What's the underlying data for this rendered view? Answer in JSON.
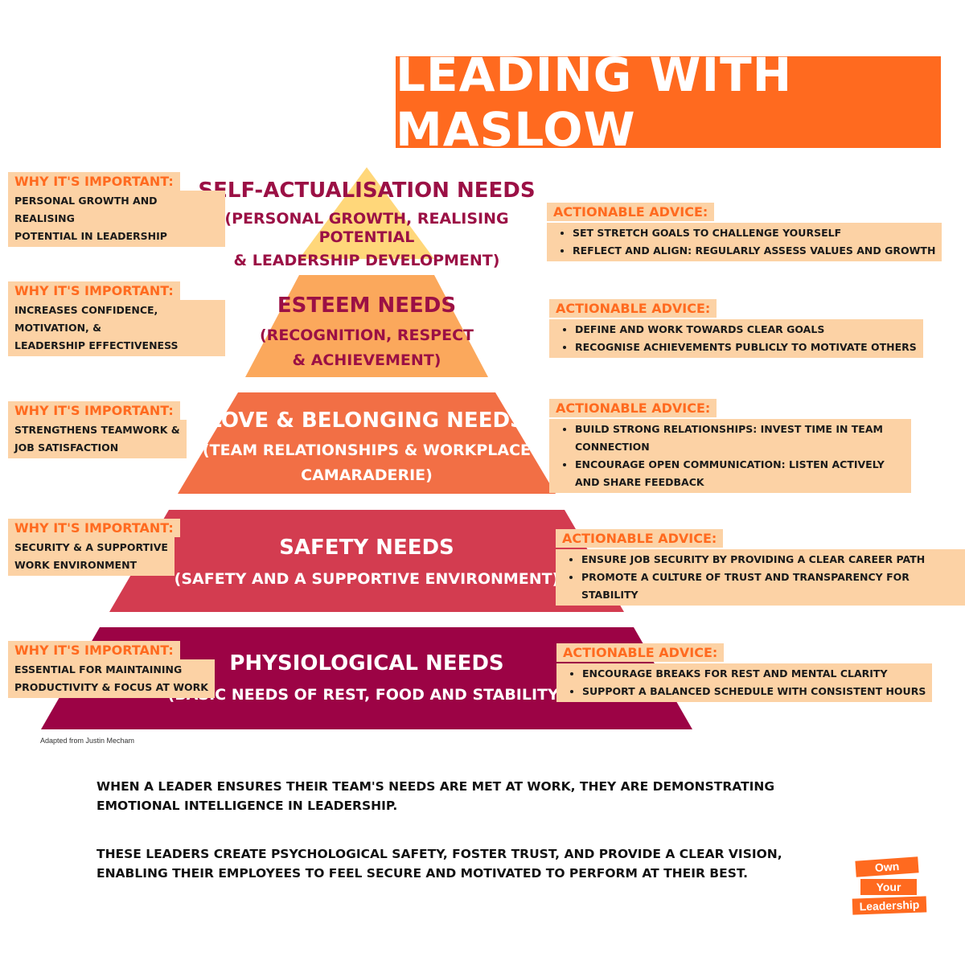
{
  "title": "LEADING WITH MASLOW",
  "colors": {
    "accent": "#ff6a1f",
    "chip": "#fcd2a5",
    "tier_text_dark": "#9b1045",
    "tier_1": "#ffd77a",
    "tier_2": "#fba85c",
    "tier_3": "#f26f45",
    "tier_4": "#d33c50",
    "tier_5": "#9c0345"
  },
  "tiers": [
    {
      "title": "SELF-ACTUALISATION NEEDS",
      "subtitle_1": "(PERSONAL GROWTH, REALISING POTENTIAL",
      "subtitle_2": "& LEADERSHIP DEVELOPMENT)",
      "why_label": "WHY IT'S IMPORTANT:",
      "why_line_1": "PERSONAL GROWTH AND REALISING",
      "why_line_2": "POTENTIAL IN LEADERSHIP",
      "advice_label": "ACTIONABLE ADVICE:",
      "advice": [
        "SET STRETCH GOALS TO CHALLENGE YOURSELF",
        "REFLECT AND ALIGN: REGULARLY ASSESS VALUES AND GROWTH"
      ]
    },
    {
      "title": "ESTEEM NEEDS",
      "subtitle_1": "(RECOGNITION, RESPECT",
      "subtitle_2": "& ACHIEVEMENT)",
      "why_label": "WHY IT'S IMPORTANT:",
      "why_line_1": "INCREASES CONFIDENCE, MOTIVATION, &",
      "why_line_2": "LEADERSHIP EFFECTIVENESS",
      "advice_label": "ACTIONABLE ADVICE:",
      "advice": [
        "DEFINE AND WORK TOWARDS CLEAR GOALS",
        "RECOGNISE ACHIEVEMENTS PUBLICLY TO MOTIVATE OTHERS"
      ]
    },
    {
      "title": "LOVE & BELONGING NEEDS",
      "subtitle_1": "(TEAM RELATIONSHIPS & WORKPLACE",
      "subtitle_2": "CAMARADERIE)",
      "why_label": "WHY IT'S IMPORTANT:",
      "why_line_1": "STRENGTHENS TEAMWORK &",
      "why_line_2": "JOB SATISFACTION",
      "advice_label": "ACTIONABLE ADVICE:",
      "advice": [
        "BUILD STRONG RELATIONSHIPS: INVEST TIME IN TEAM CONNECTION",
        "ENCOURAGE OPEN COMMUNICATION: LISTEN ACTIVELY AND SHARE FEEDBACK"
      ]
    },
    {
      "title": "SAFETY NEEDS",
      "subtitle_1": "(SAFETY AND A SUPPORTIVE ENVIRONMENT)",
      "subtitle_2": "",
      "why_label": "WHY IT'S IMPORTANT:",
      "why_line_1": "SECURITY & A SUPPORTIVE",
      "why_line_2": "WORK ENVIRONMENT",
      "advice_label": "ACTIONABLE ADVICE:",
      "advice": [
        "ENSURE JOB SECURITY BY PROVIDING A CLEAR CAREER PATH",
        "PROMOTE A CULTURE OF TRUST AND TRANSPARENCY FOR STABILITY"
      ]
    },
    {
      "title": "PHYSIOLOGICAL NEEDS",
      "subtitle_1": "(BASIC NEEDS OF REST, FOOD AND STABILITY)",
      "subtitle_2": "",
      "why_label": "WHY IT'S IMPORTANT:",
      "why_line_1": "ESSENTIAL FOR MAINTAINING",
      "why_line_2": "PRODUCTIVITY & FOCUS AT WORK",
      "advice_label": "ACTIONABLE ADVICE:",
      "advice": [
        "ENCOURAGE BREAKS FOR REST AND MENTAL CLARITY",
        "SUPPORT A BALANCED SCHEDULE WITH CONSISTENT HOURS"
      ]
    }
  ],
  "footnote": "Adapted from Justin Mecham",
  "closing_1": "WHEN A LEADER ENSURES THEIR TEAM'S NEEDS ARE MET AT WORK, THEY ARE DEMONSTRATING EMOTIONAL INTELLIGENCE IN LEADERSHIP.",
  "closing_2": "THESE LEADERS CREATE PSYCHOLOGICAL SAFETY, FOSTER TRUST, AND PROVIDE A CLEAR VISION, ENABLING THEIR EMPLOYEES TO FEEL SECURE AND MOTIVATED TO PERFORM AT THEIR BEST.",
  "logo": [
    "Own",
    "Your",
    "Leadership"
  ]
}
